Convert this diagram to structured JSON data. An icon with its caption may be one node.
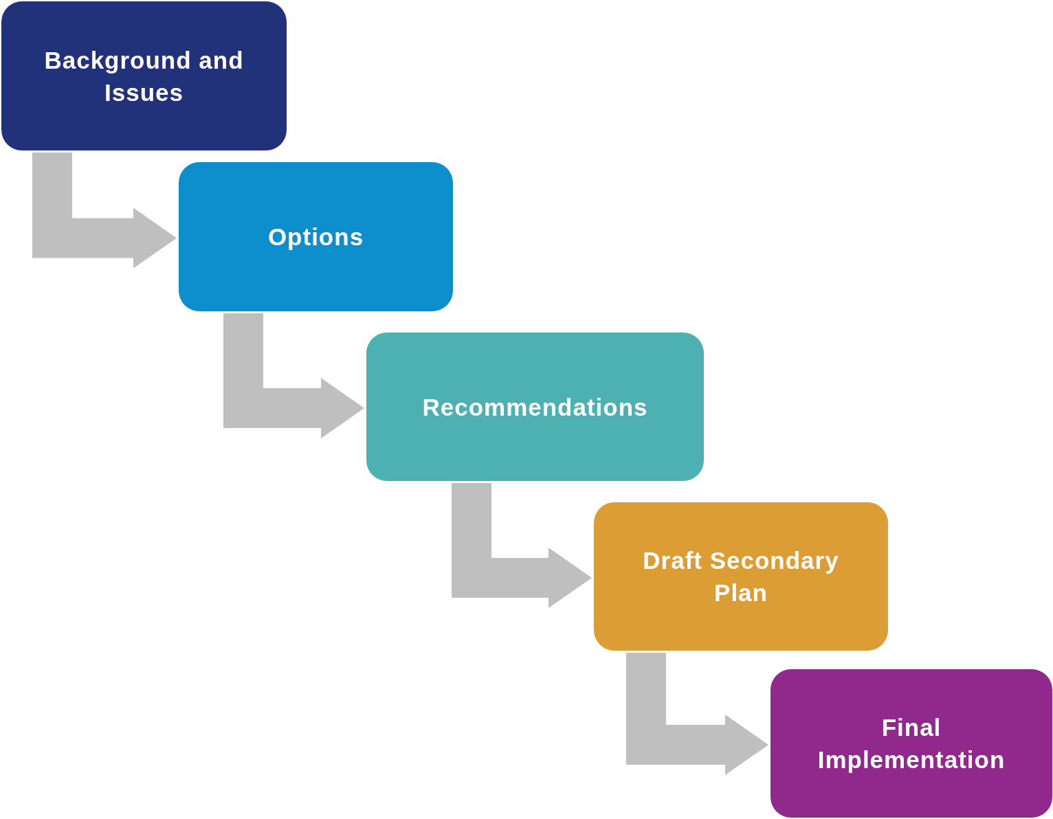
{
  "diagram": {
    "nodes": [
      {
        "text": [
          "Background and Issues"
        ]
      },
      {
        "text": [
          "Options"
        ]
      },
      {
        "text": [
          "Recommendations"
        ]
      },
      {
        "text": [
          "Draft Secondary Plan"
        ]
      },
      {
        "text": [
          "Final Implementation"
        ]
      }
    ],
    "edges": [
      {
        "from": 0,
        "to": 1,
        "arrow": "to"
      },
      {
        "from": 1,
        "to": 2,
        "arrow": "to"
      },
      {
        "from": 2,
        "to": 3,
        "arrow": "to"
      },
      {
        "from": 3,
        "to": 4,
        "arrow": "to"
      }
    ]
  }
}
